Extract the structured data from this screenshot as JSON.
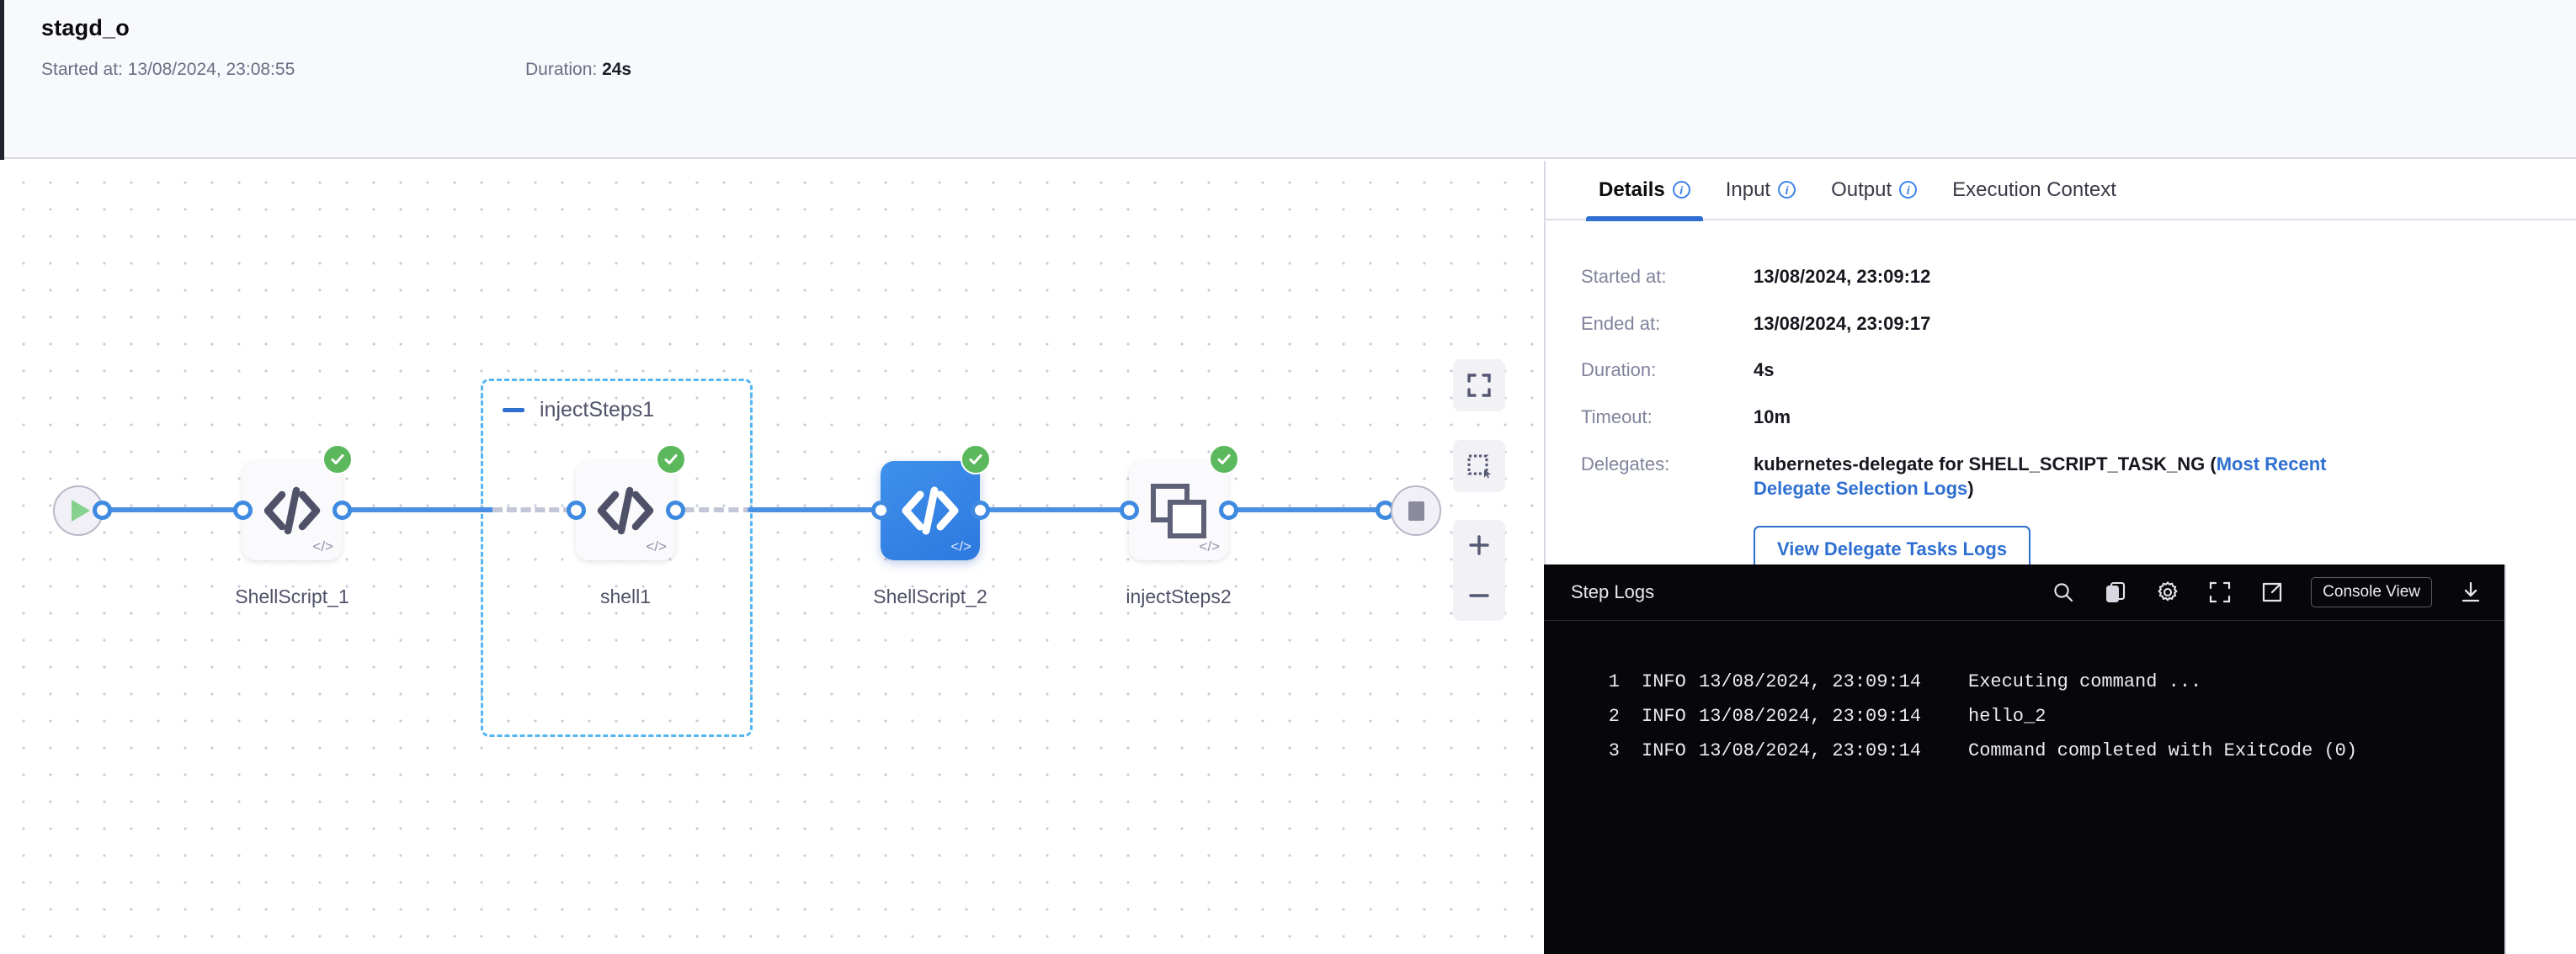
{
  "header": {
    "title": "stagd_o",
    "started_label": "Started at:",
    "started_value": "13/08/2024, 23:08:55",
    "duration_label": "Duration:",
    "duration_value": "24s"
  },
  "graph": {
    "start_node": "start-node",
    "end_node": "end-node",
    "group": {
      "label": "injectSteps1",
      "collapse_icon": "minus-icon"
    },
    "nodes": [
      {
        "label": "ShellScript_1",
        "icon": "code-icon",
        "status": "success",
        "selected": false
      },
      {
        "label": "shell1",
        "icon": "code-icon",
        "status": "success",
        "selected": false
      },
      {
        "label": "ShellScript_2",
        "icon": "code-icon",
        "status": "success",
        "selected": true
      },
      {
        "label": "injectSteps2",
        "icon": "layers-icon",
        "status": "success",
        "selected": false
      }
    ],
    "controls": [
      {
        "name": "fit-to-screen-button",
        "icon": "expand-icon"
      },
      {
        "name": "selection-mode-button",
        "icon": "marquee-select-icon"
      },
      {
        "name": "zoom-in-button",
        "icon": "plus-icon"
      },
      {
        "name": "zoom-out-button",
        "icon": "minus-icon"
      }
    ]
  },
  "panel": {
    "tabs": [
      {
        "label": "Details",
        "info": true,
        "active": true
      },
      {
        "label": "Input",
        "info": true,
        "active": false
      },
      {
        "label": "Output",
        "info": true,
        "active": false
      },
      {
        "label": "Execution Context",
        "info": false,
        "active": false
      }
    ],
    "details": [
      {
        "label": "Started at:",
        "value": "13/08/2024, 23:09:12"
      },
      {
        "label": "Ended at:",
        "value": "13/08/2024, 23:09:17"
      },
      {
        "label": "Duration:",
        "value": "4s"
      },
      {
        "label": "Timeout:",
        "value": "10m"
      }
    ],
    "delegates_label": "Delegates:",
    "delegates_value": "kubernetes-delegate for SHELL_SCRIPT_TASK_NG (",
    "delegates_link": "Most Recent Delegate Selection Logs",
    "delegates_tail": ")",
    "delegate_button": "View Delegate Tasks Logs"
  },
  "logs": {
    "title": "Step Logs",
    "console_view_button": "Console View",
    "actions": [
      {
        "name": "search-icon"
      },
      {
        "name": "copy-icon"
      },
      {
        "name": "gear-icon"
      },
      {
        "name": "fullscreen-icon"
      },
      {
        "name": "external-link-icon"
      },
      {
        "name": "download-icon"
      }
    ],
    "lines": [
      {
        "num": "1",
        "level": "INFO",
        "time": "13/08/2024, 23:09:14",
        "message": "Executing command ..."
      },
      {
        "num": "2",
        "level": "INFO",
        "time": "13/08/2024, 23:09:14",
        "message": "hello_2"
      },
      {
        "num": "3",
        "level": "INFO",
        "time": "13/08/2024, 23:09:14",
        "message": "Command completed with ExitCode (0)"
      }
    ]
  },
  "colors": {
    "accent_blue": "#2f6fd0",
    "edge_blue": "#4a90e2",
    "success_green": "#5cb85c",
    "group_blue": "#56b7f0",
    "log_bg": "#070709"
  }
}
